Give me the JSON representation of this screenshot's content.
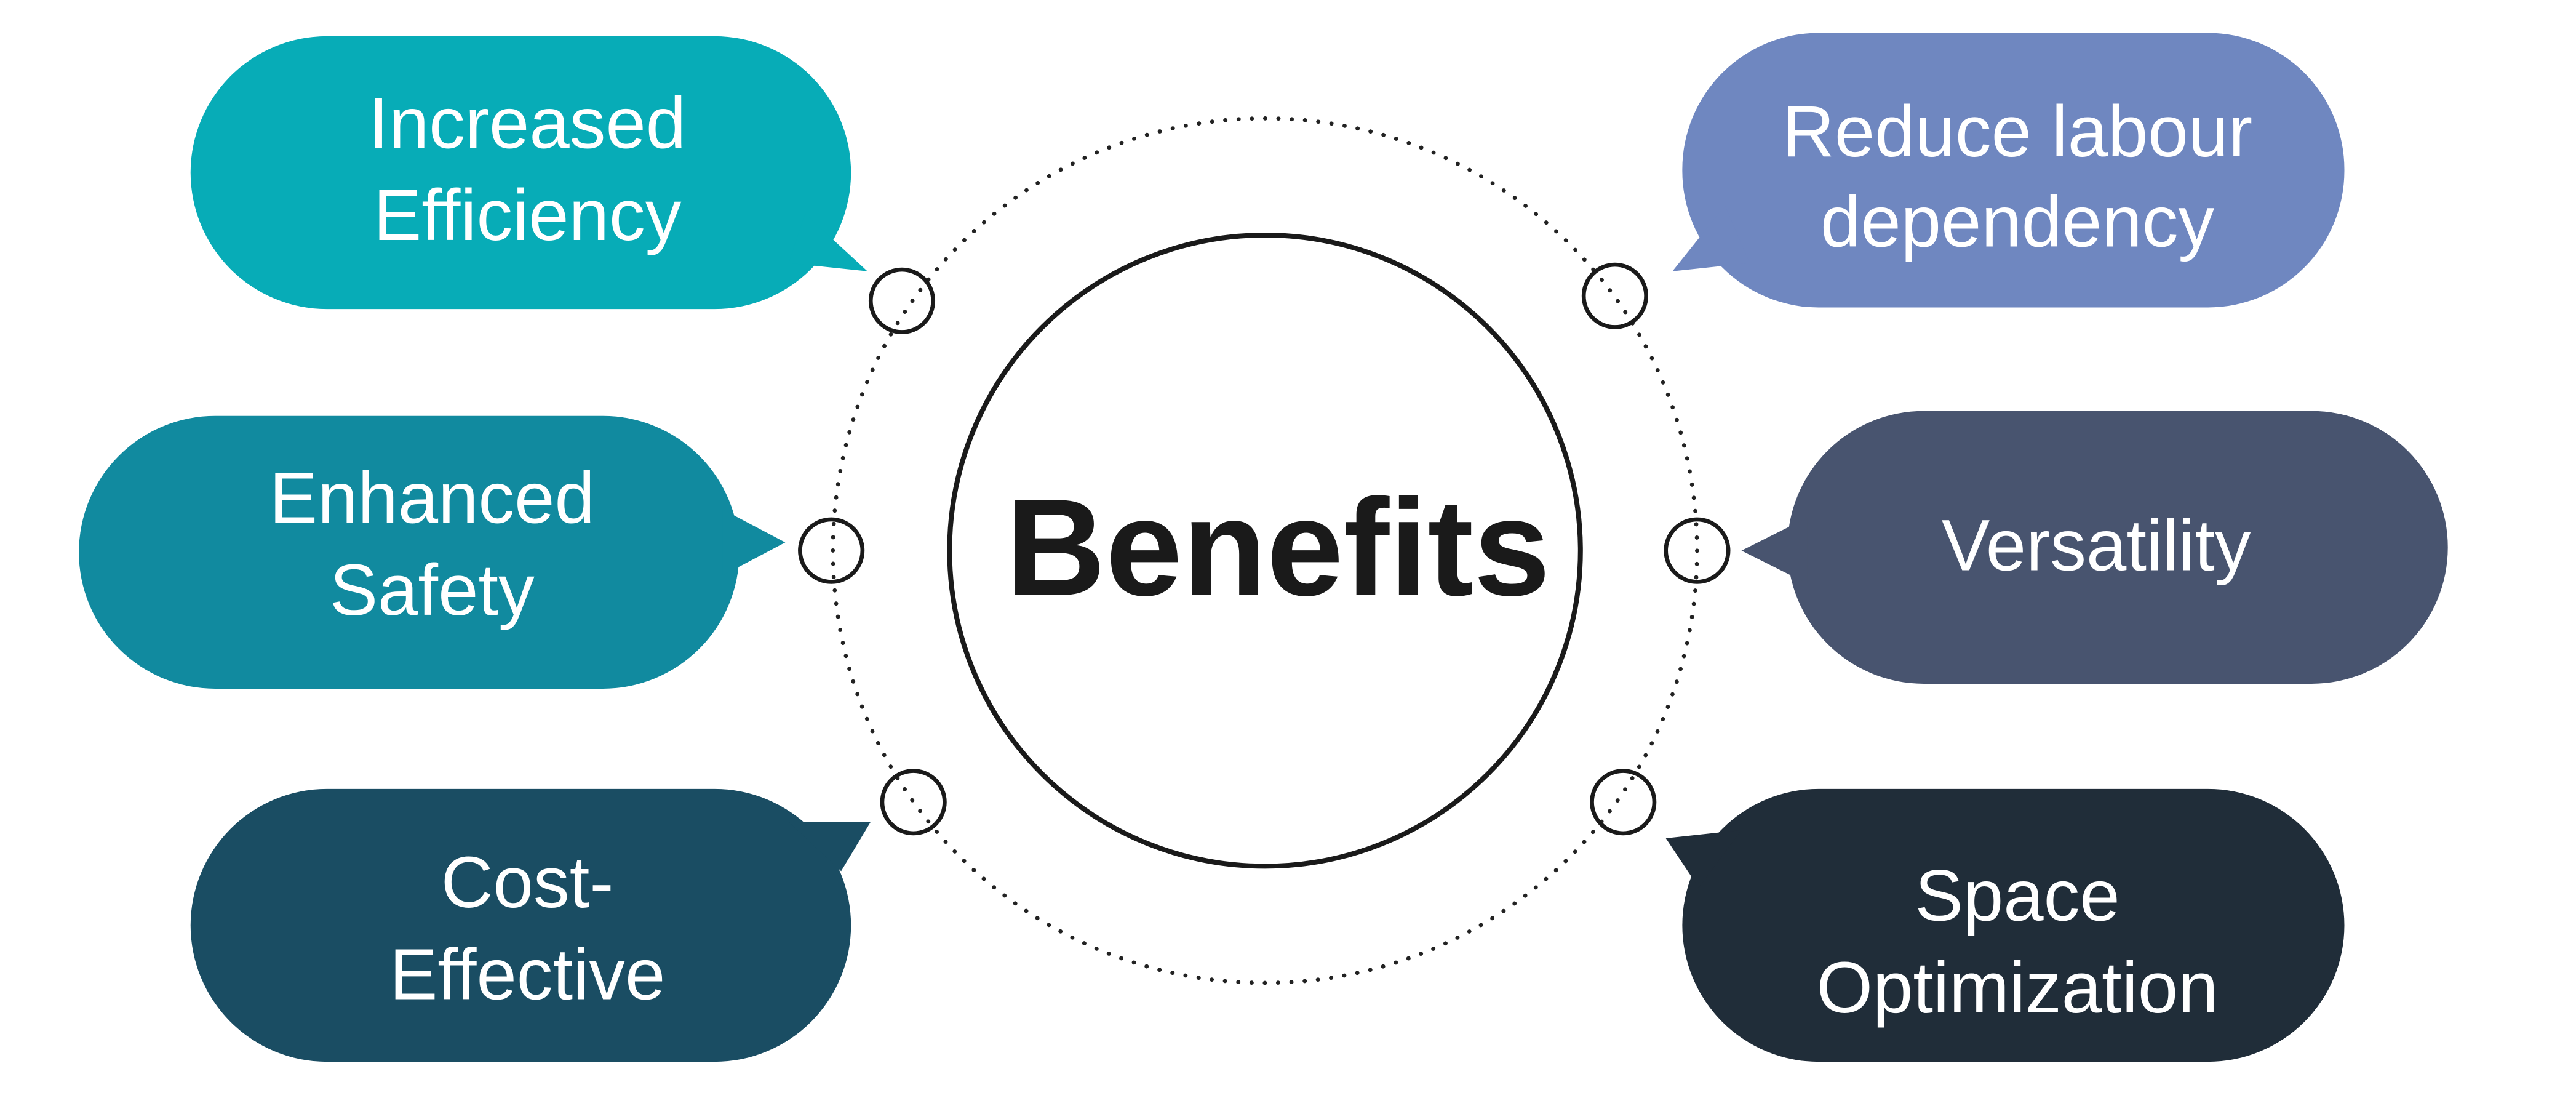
{
  "center": {
    "label": "Benefits"
  },
  "benefits": [
    {
      "line1": "Increased",
      "line2": "Efficiency",
      "color": "#07acb7"
    },
    {
      "line1": "Reduce labour",
      "line2": "dependency",
      "color": "#6f87c0"
    },
    {
      "line1": "Enhanced",
      "line2": "Safety",
      "color": "#118a9f"
    },
    {
      "line1": "Versatility",
      "line2": "",
      "color": "#48546f"
    },
    {
      "line1": "Cost-",
      "line2": "Effective",
      "color": "#1a4d63"
    },
    {
      "line1": "Space",
      "line2": "Optimization",
      "color": "#202d39"
    }
  ]
}
